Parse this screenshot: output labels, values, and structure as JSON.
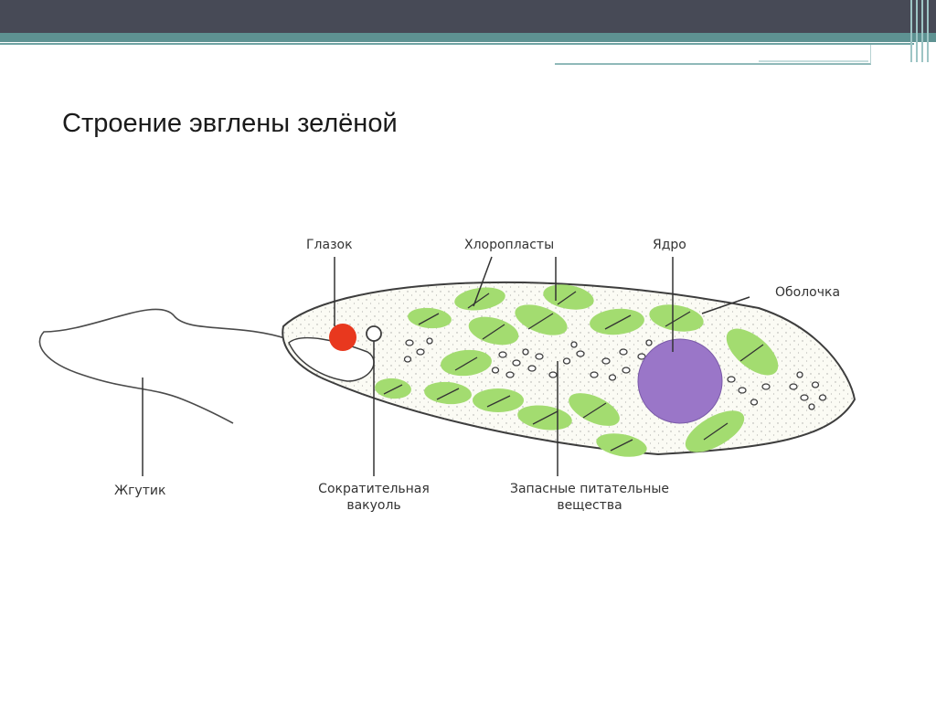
{
  "slide": {
    "title": "Строение эвглены зелёной"
  },
  "diagram": {
    "labels": {
      "eyespot": "Глазок",
      "chloroplasts": "Хлоропласты",
      "nucleus": "Ядро",
      "membrane": "Оболочка",
      "flagellum": "Жгутик",
      "vacuole_line1": "Сократительная",
      "vacuole_line2": "вакуоль",
      "reserves_line1": "Запасные питательные",
      "reserves_line2": "вещества"
    },
    "colors": {
      "chloroplast": "#a3dc70",
      "eyespot": "#e8381e",
      "nucleus": "#9a76c8",
      "outline": "#3d3d3d",
      "top_band": "#474a56",
      "accent_stripe": "#5e9292"
    }
  }
}
